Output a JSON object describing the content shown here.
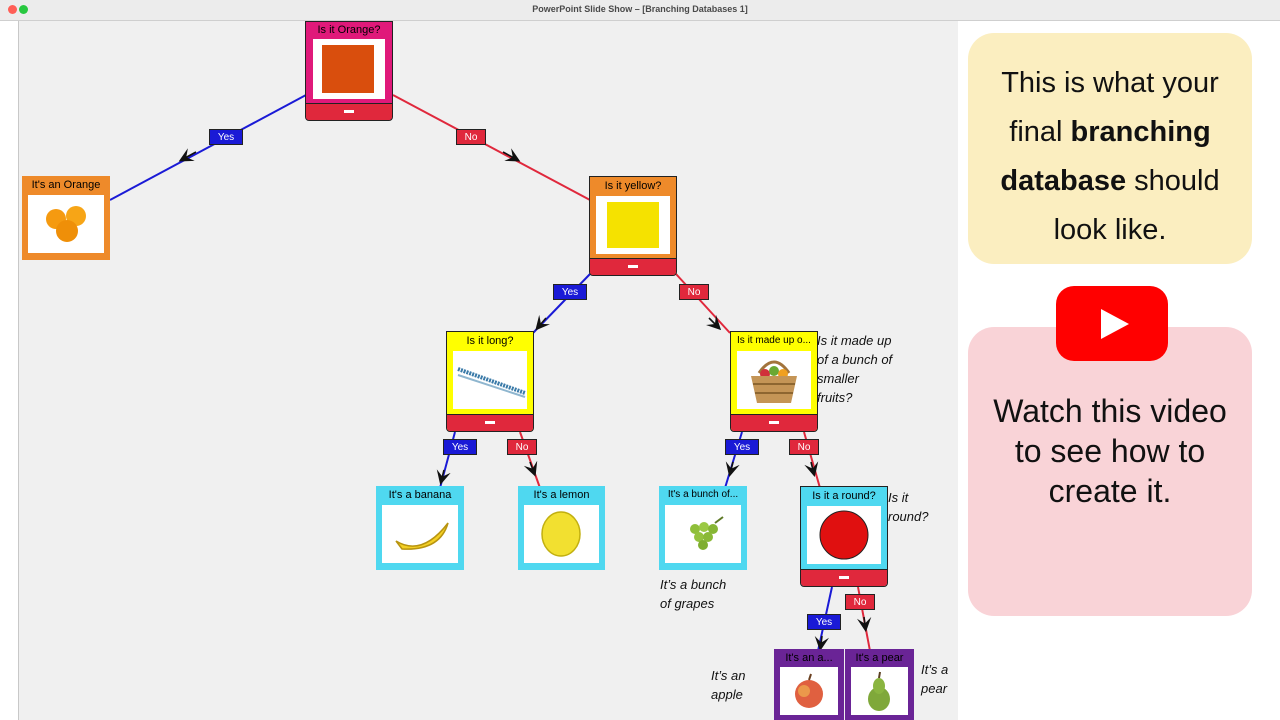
{
  "window": {
    "title": "PowerPoint Slide Show – [Branching Databases 1]"
  },
  "edge_labels": {
    "yes": "Yes",
    "no": "No"
  },
  "nodes": {
    "orange_q": {
      "label": "Is it Orange?"
    },
    "its_orange": {
      "label": "It's an Orange"
    },
    "yellow_q": {
      "label": "Is it yellow?"
    },
    "long_q": {
      "label": "Is it long?"
    },
    "bunch_q": {
      "label": "Is it made up o..."
    },
    "banana": {
      "label": "It's a banana"
    },
    "lemon": {
      "label": "It's a lemon"
    },
    "grapes": {
      "label": "It's a bunch of..."
    },
    "round_q": {
      "label": "Is it a round?"
    },
    "apple": {
      "label": "It's an a..."
    },
    "pear": {
      "label": "It's a pear"
    }
  },
  "notes": {
    "bunch": [
      "Is it made up",
      "of a bunch of",
      "smaller",
      "fruits?"
    ],
    "round": [
      "Is it",
      "round?"
    ],
    "grapes": [
      "It’s a bunch",
      "of grapes"
    ],
    "apple": [
      "It’s an",
      "apple"
    ],
    "pear": [
      "It’s a",
      "pear"
    ]
  },
  "panel": {
    "card1": {
      "pre": "This is what your final ",
      "bold1": "branching",
      "mid": " ",
      "bold2": "database",
      "post": " should look like."
    },
    "card2": {
      "text": "Watch this video to see how to create it."
    }
  },
  "colors": {
    "canvas_bg": "#f0f0f0",
    "yes_edge": "#1a1ad6",
    "no_edge": "#e0283c",
    "magenta": "#e0197a",
    "orange_border": "#ee8a2a",
    "yellow_border": "#ffff00",
    "cyan_border": "#4fd8f0",
    "purple_border": "#6a2496",
    "footer_red": "#e0283c",
    "card1_bg": "#fbeec0",
    "card2_bg": "#f9d3d7",
    "youtube_red": "#ff0000"
  },
  "icons": {
    "orange_swatch": "orange-color-swatch",
    "oranges": "oranges-icon",
    "yellow_swatch": "yellow-color-swatch",
    "ruler": "long-ruler-icon",
    "basket": "fruit-basket-icon",
    "banana": "banana-icon",
    "lemon": "lemon-icon",
    "grapes": "grapes-icon",
    "red_circle": "red-circle-icon",
    "apple": "apple-icon",
    "pear": "pear-icon",
    "youtube": "youtube-play-icon"
  }
}
